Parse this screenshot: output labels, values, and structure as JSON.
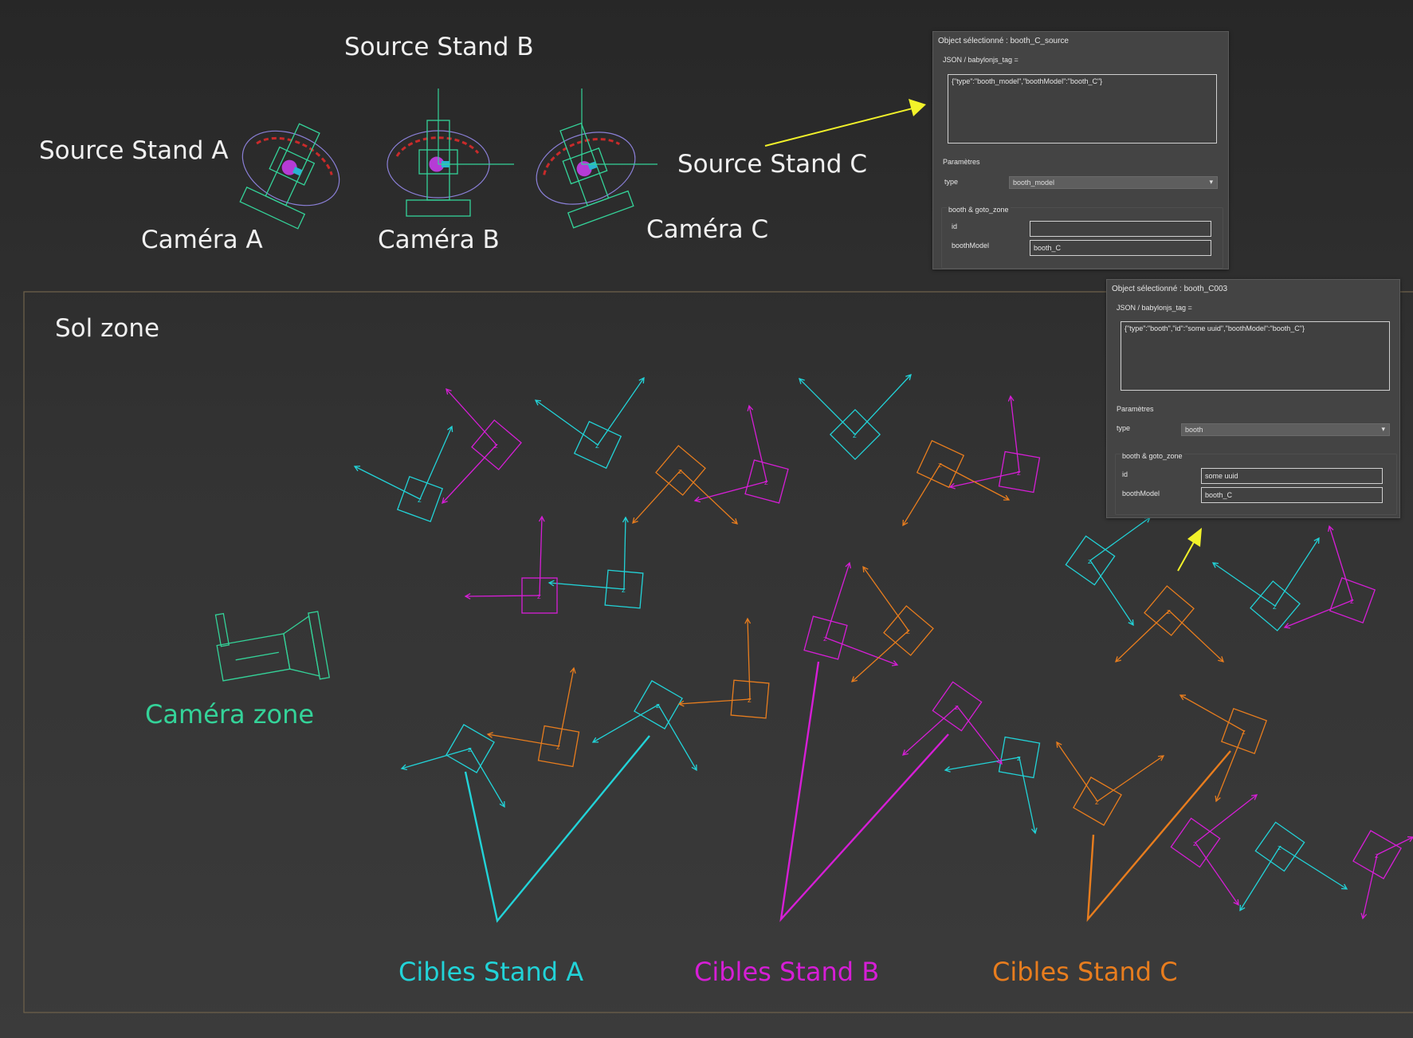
{
  "labels": {
    "source_stand_a": "Source Stand A",
    "source_stand_b": "Source Stand B",
    "source_stand_c": "Source Stand C",
    "camera_a": "Caméra A",
    "camera_b": "Caméra B",
    "camera_c": "Caméra C",
    "sol_zone": "Sol zone",
    "camera_zone": "Caméra zone",
    "cibles_a": "Cibles Stand A",
    "cibles_b": "Cibles Stand B",
    "cibles_c": "Cibles Stand C"
  },
  "colors": {
    "cyan": "#22d3d8",
    "magenta": "#d61ed6",
    "orange": "#e87d1e",
    "green": "#34d399",
    "yellow": "#f2f22a",
    "white_label": "#f0f0f0"
  },
  "panel1": {
    "title": "Object sélectionné : booth_C_source",
    "json_label": "JSON / babylonjs_tag =",
    "json_value": "{\"type\":\"booth_model\",\"boothModel\":\"booth_C\"}",
    "params_label": "Paramètres",
    "type_label": "type",
    "type_value": "booth_model",
    "group_label": "booth & goto_zone",
    "id_label": "id",
    "id_value": "",
    "boothmodel_label": "boothModel",
    "boothmodel_value": "booth_C"
  },
  "panel2": {
    "title": "Object sélectionné : booth_C003",
    "json_label": "JSON / babylonjs_tag =",
    "json_value": "{\"type\":\"booth\",\"id\":\"some uuid\",\"boothModel\":\"booth_C\"}",
    "params_label": "Paramètres",
    "type_label": "type",
    "type_value": "booth",
    "group_label": "booth & goto_zone",
    "id_label": "id",
    "id_value": "some uuid",
    "boothmodel_label": "boothModel",
    "boothmodel_value": "booth_C"
  },
  "dropdown_icon": "chevron-down-icon"
}
